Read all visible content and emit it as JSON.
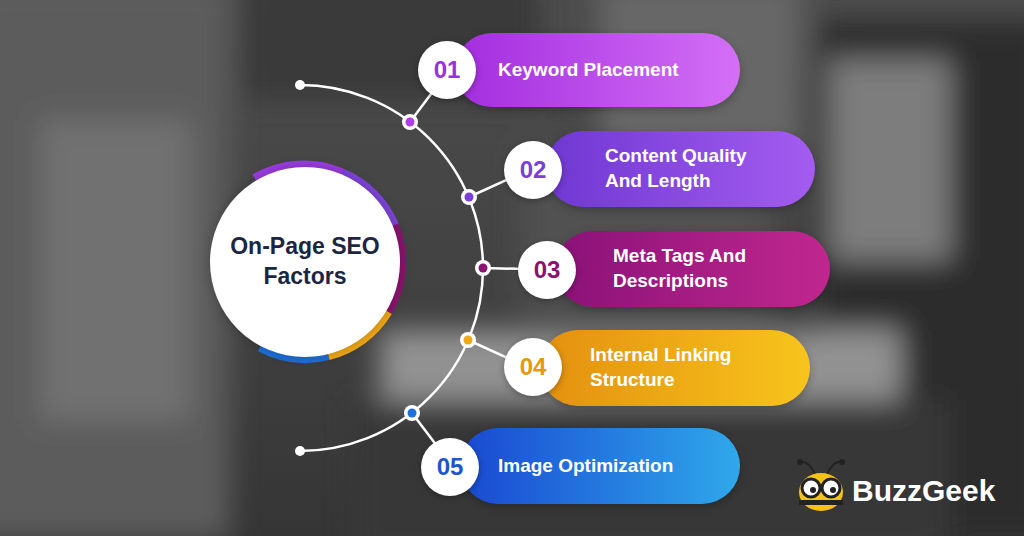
{
  "diagram": {
    "nodes": [
      {
        "text": [
          "On-Page SEO Factors"
        ]
      },
      {
        "text": [
          "Keyword Placement"
        ]
      },
      {
        "text": [
          "01"
        ],
        "in": 1
      },
      {
        "text": [
          "Content Quality And Length"
        ]
      },
      {
        "text": [
          "02"
        ],
        "in": 3
      },
      {
        "text": [
          "Meta Tags And Descriptions"
        ]
      },
      {
        "text": [
          "03"
        ],
        "in": 5
      },
      {
        "text": [
          "Internal Linking Structure"
        ]
      },
      {
        "text": [
          "04"
        ],
        "in": 7
      },
      {
        "text": [
          "Image Optimization"
        ]
      },
      {
        "text": [
          "05"
        ],
        "in": 9
      }
    ],
    "labels": [
      "BuzzGeek"
    ]
  }
}
